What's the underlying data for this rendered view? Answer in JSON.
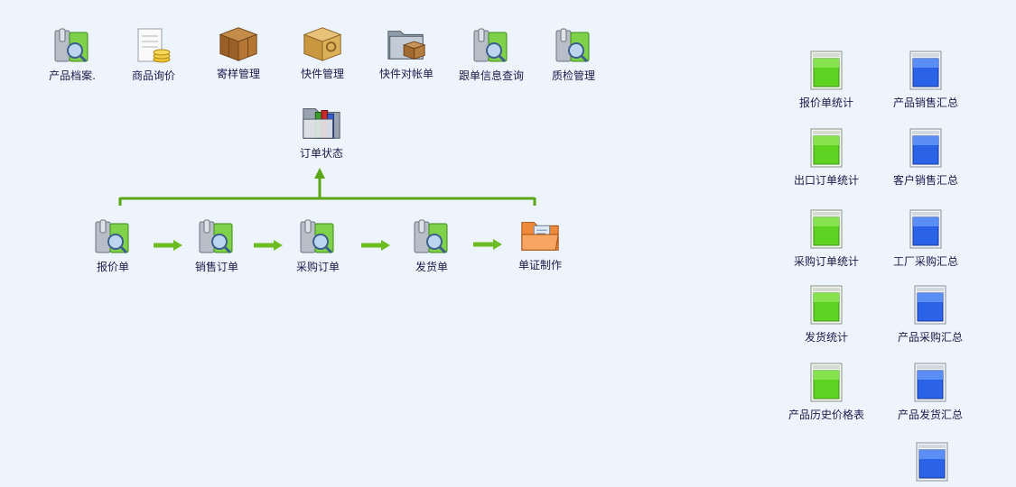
{
  "top_modules": [
    {
      "label": "产品档案.",
      "icon": "product-archive-icon"
    },
    {
      "label": "商品询价",
      "icon": "inquiry-icon"
    },
    {
      "label": "寄样管理",
      "icon": "sample-box-icon"
    },
    {
      "label": "快件管理",
      "icon": "express-box-icon"
    },
    {
      "label": "快件对帐单",
      "icon": "express-folder-icon"
    },
    {
      "label": "跟单信息查询",
      "icon": "tracking-query-icon"
    },
    {
      "label": "质检管理",
      "icon": "quality-check-icon"
    }
  ],
  "order_status": {
    "label": "订单状态",
    "icon": "order-status-folder-icon"
  },
  "workflow": [
    {
      "label": "报价单",
      "icon": "quotation-icon"
    },
    {
      "label": "销售订单",
      "icon": "sales-order-icon"
    },
    {
      "label": "采购订单",
      "icon": "purchase-order-icon"
    },
    {
      "label": "发货单",
      "icon": "delivery-note-icon"
    },
    {
      "label": "单证制作",
      "icon": "document-folder-icon"
    }
  ],
  "reports_left": [
    {
      "label": "报价单统计",
      "color": "#5fd321"
    },
    {
      "label": "出口订单统计",
      "color": "#5fd321"
    },
    {
      "label": "采购订单统计",
      "color": "#5fd321"
    },
    {
      "label": "发货统计",
      "color": "#5fd321"
    },
    {
      "label": "产品历史价格表",
      "color": "#5fd321"
    }
  ],
  "reports_right": [
    {
      "label": "产品销售汇总",
      "color": "#2a63e8"
    },
    {
      "label": "客户销售汇总",
      "color": "#2a63e8"
    },
    {
      "label": "工厂采购汇总",
      "color": "#2a63e8"
    },
    {
      "label": "产品采购汇总",
      "color": "#2a63e8"
    },
    {
      "label": "产品发货汇总",
      "color": "#2a63e8"
    },
    {
      "label": "",
      "color": "#2a63e8"
    }
  ],
  "colors": {
    "background": "#eef4fd",
    "connector": "#5aa615"
  }
}
